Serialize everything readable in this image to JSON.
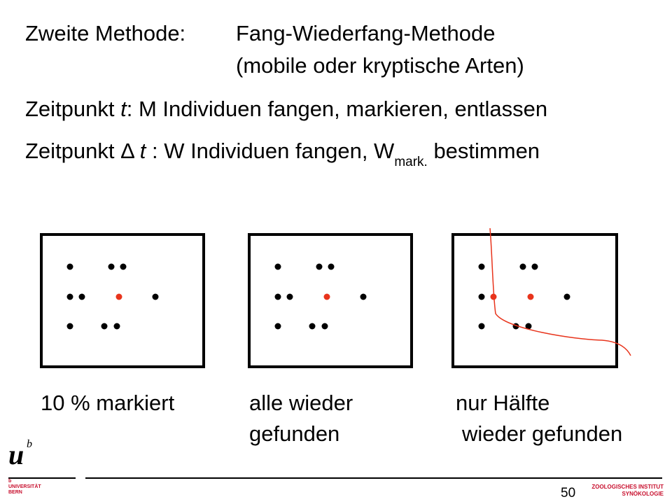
{
  "heading": {
    "label": "Zweite Methode:",
    "method": "Fang-Wiederfang-Methode",
    "subtitle": "(mobile oder kryptische Arten)"
  },
  "step1": {
    "prefix": "Zeitpunkt ",
    "var": "t",
    "text": ": M Individuen fangen, markieren, entlassen"
  },
  "step2": {
    "prefix": "Zeitpunkt Δ ",
    "var": "t",
    "text": " : W Individuen fangen, W",
    "subscript": "mark.",
    "suffix": " bestimmen"
  },
  "panels": [
    {
      "caption_line1": "10 % markiert",
      "caption_line2": "",
      "red_dots": 1,
      "boundary_line": false
    },
    {
      "caption_line1": "alle wieder",
      "caption_line2": "gefunden",
      "red_dots": 1,
      "boundary_line": false
    },
    {
      "caption_line1": "nur Hälfte",
      "caption_line2": "wieder gefunden",
      "red_dots": 2,
      "boundary_line": true
    }
  ],
  "colors": {
    "marked": "#e8341c",
    "unmarked": "#000000",
    "boundary": "#e8341c"
  },
  "footer": {
    "page_number": "50",
    "logo_u": "u",
    "logo_b": "b",
    "university_b": "b",
    "university_line1": "UNIVERSITÄT",
    "university_line2": "BERN",
    "institute_line1": "ZOOLOGISCHES INSTITUT",
    "institute_line2": "SYNÖKOLOGIE"
  }
}
